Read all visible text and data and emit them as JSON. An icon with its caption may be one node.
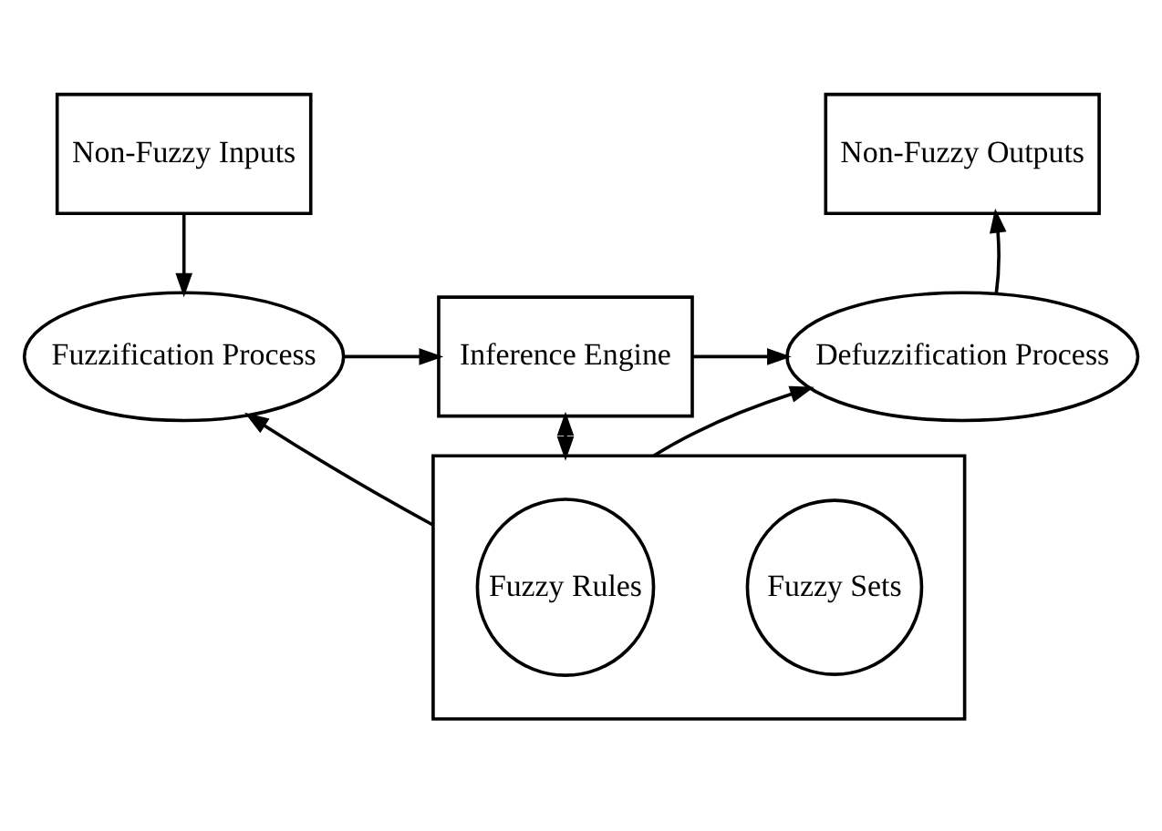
{
  "diagram": {
    "nodes": [
      {
        "text": [
          "Non-Fuzzy Inputs"
        ]
      },
      {
        "text": [
          "Non-Fuzzy Outputs"
        ]
      },
      {
        "text": [
          "Fuzzification Process"
        ]
      },
      {
        "text": [
          "Inference Engine"
        ]
      },
      {
        "text": [
          "Defuzzification Process"
        ]
      },
      {
        "text": [],
        "shape": "box"
      },
      {
        "text": [
          "Fuzzy Rules"
        ],
        "in": 5
      },
      {
        "text": [
          "Fuzzy Sets"
        ],
        "in": 5
      }
    ],
    "edges": [
      {
        "from": 0,
        "to": 2,
        "arrow": "to"
      },
      {
        "from": 2,
        "to": 3,
        "arrow": "to"
      },
      {
        "from": 3,
        "to": 4,
        "arrow": "to"
      },
      {
        "from": 4,
        "to": 1,
        "arrow": "to"
      },
      {
        "from": 3,
        "to": 5,
        "arrow": "both"
      },
      {
        "from": 5,
        "to": 2,
        "arrow": "to"
      },
      {
        "from": 5,
        "to": 4,
        "arrow": "to"
      }
    ]
  }
}
